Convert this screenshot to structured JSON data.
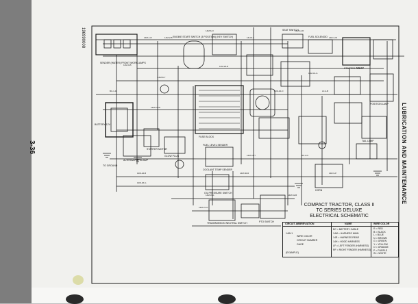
{
  "page": {
    "page_number": "3-36",
    "section_title": "LUBRICATION AND MAINTENANCE",
    "diagram_id": "196990008"
  },
  "title": {
    "line1": "COMPACT TRACTOR, CLASS II",
    "line2": "TC SERIES DELUXE",
    "line3": "ELECTRICAL SCHEMATIC"
  },
  "legend": {
    "col1_header": "CIRCUIT ABBREVIATION",
    "col2_header": "NAME",
    "col3_header": "WIRE COLOR",
    "example_code": "14W-1",
    "example_notes": [
      "WIRE COLOR",
      "CIRCUIT NUMBER",
      "GAGE"
    ],
    "example_label": "(EXAMPLE)",
    "names": [
      "BC = BATTERY CABLE",
      "14M = HARNESS MAIN",
      "14R = HARNESS REAR",
      "14H = HOOD HARNESS",
      "LF = LEFT FENDER (HARNESS)",
      "RF = RIGHT FENDER (HARNESS)"
    ],
    "colors": [
      "R = RED",
      "B = BLACK",
      "L = BLUE",
      "N = BROWN",
      "G = GREEN",
      "Y = YELLOW",
      "O = ORANGE",
      "P = PURPLE",
      "W = WHITE"
    ]
  },
  "components": {
    "sender_front": "SENDER (WATER) FRONT WORKLAMPS",
    "engine_start": "ENGINE START SWITCH (3 POSITION) (KEY SWITCH)",
    "fuel_solenoid": "FUEL SOLENOID",
    "seat_switch": "SEAT SWITCH",
    "starter_relay": "STARTER RELAY",
    "battery": "BATTERY 12V",
    "alternator": "ALTERNATOR 40 AMP",
    "starter_motor": "STARTER MOTOR",
    "fuse_block": "FUSE BLOCK",
    "fuel_level": "FUEL LEVEL SENDER",
    "coolant_temp": "COOLANT TEMP SENDER",
    "oil_pressure": "OIL PRESSURE SWITCH",
    "glow_plug": "GLOW PLUG",
    "transmission": "TRANSMISSION NEUTRAL SWITCH",
    "tail_lamp": "TAIL LAMP",
    "position_lamp": "POSITION LAMP",
    "pto_switch": "PTO SWITCH",
    "horn": "HORN",
    "ground": "TO GROUND"
  }
}
